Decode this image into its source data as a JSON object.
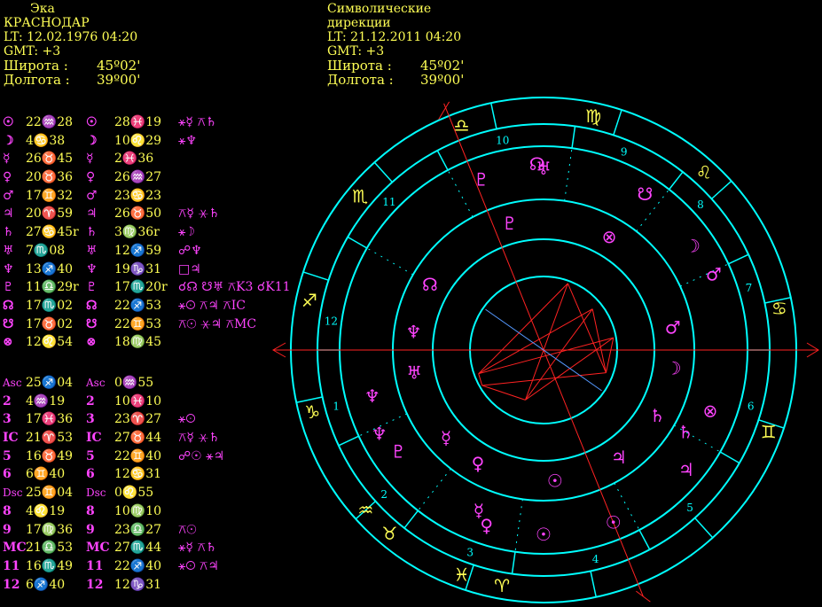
{
  "left_header": {
    "name": "Эка",
    "city": "КРАСНОДАР",
    "lt": "LT: 12.02.1976  04:20",
    "gmt": "GMT: +3",
    "lat_label": "Широта :",
    "lat_value": "45º02'",
    "lon_label": "Долгота :",
    "lon_value": "39º00'"
  },
  "right_header": {
    "title_line1": "Символические",
    "title_line2": "дирекции",
    "lt": "LT: 21.12.2011  04:20",
    "gmt": "GMT: +3",
    "lat_label": "Широта :",
    "lat_value": "45º02'",
    "lon_label": "Долгота :",
    "lon_value": "39º00'"
  },
  "planet_rows": [
    {
      "sym": "☉",
      "natal": "22♒28",
      "dsym": "☉",
      "dir": "28♓19",
      "aspects": "⚹☿ ⚻♄"
    },
    {
      "sym": "☽",
      "natal": "4♋38",
      "dsym": "☽",
      "dir": "10♌29",
      "aspects": "⚹♆"
    },
    {
      "sym": "☿",
      "natal": "26♉45",
      "dsym": "☿",
      "dir": "2♓36",
      "aspects": ""
    },
    {
      "sym": "♀",
      "natal": "20♉36",
      "dsym": "♀",
      "dir": "26♒27",
      "aspects": ""
    },
    {
      "sym": "♂",
      "natal": "17♊32",
      "dsym": "♂",
      "dir": "23♋23",
      "aspects": ""
    },
    {
      "sym": "♃",
      "natal": "20♈59",
      "dsym": "♃",
      "dir": "26♉50",
      "aspects": "⚻☿ ⚹♄"
    },
    {
      "sym": "♄",
      "natal": "27♋45r",
      "dsym": "♄",
      "dir": "3♍36r",
      "aspects": "⚹☽"
    },
    {
      "sym": "♅",
      "natal": "7♏08",
      "dsym": "♅",
      "dir": "12♐59",
      "aspects": "☍♆"
    },
    {
      "sym": "♆",
      "natal": "13♐40",
      "dsym": "♆",
      "dir": "19♑31",
      "aspects": "□♃"
    },
    {
      "sym": "♇",
      "natal": "11♎29r",
      "dsym": "♇",
      "dir": "17♏20r",
      "aspects": "☌☊ ☋♅ ⚻K3 ☌K11"
    },
    {
      "sym": "☊",
      "natal": "17♏02",
      "dsym": "☊",
      "dir": "22♐53",
      "aspects": "⚹☉ ⚻♃ ⚻IC"
    },
    {
      "sym": "☋",
      "natal": "17♉02",
      "dsym": "☋",
      "dir": "22♊53",
      "aspects": "⚻☉ ⚹♃ ⚻MC"
    },
    {
      "sym": "⊗",
      "natal": "12♌54",
      "dsym": "⊗",
      "dir": "18♍45",
      "aspects": ""
    }
  ],
  "house_rows": [
    {
      "sym": "Asc",
      "natal": "25♐04",
      "dsym": "Asc",
      "dir": "0♒55",
      "aspects": ""
    },
    {
      "sym": "2",
      "natal": "4♒19",
      "dsym": "2",
      "dir": "10♓10",
      "aspects": ""
    },
    {
      "sym": "3",
      "natal": "17♓36",
      "dsym": "3",
      "dir": "23♈27",
      "aspects": "⚹☉"
    },
    {
      "sym": "IC",
      "natal": "21♈53",
      "dsym": "IC",
      "dir": "27♉44",
      "aspects": "⚻☿ ⚹♄"
    },
    {
      "sym": "5",
      "natal": "16♉49",
      "dsym": "5",
      "dir": "22♊40",
      "aspects": "☍☉ ⚹♃"
    },
    {
      "sym": "6",
      "natal": "6♊40",
      "dsym": "6",
      "dir": "12♋31",
      "aspects": ""
    },
    {
      "sym": "Dsc",
      "natal": "25♊04",
      "dsym": "Dsc",
      "dir": "0♌55",
      "aspects": ""
    },
    {
      "sym": "8",
      "natal": "4♌19",
      "dsym": "8",
      "dir": "10♍10",
      "aspects": ""
    },
    {
      "sym": "9",
      "natal": "17♍36",
      "dsym": "9",
      "dir": "23♎27",
      "aspects": "⚻☉"
    },
    {
      "sym": "MC",
      "natal": "21♎53",
      "dsym": "MC",
      "dir": "27♏44",
      "aspects": "⚹☿ ⚻♄"
    },
    {
      "sym": "11",
      "natal": "16♏49",
      "dsym": "11",
      "dir": "22♐40",
      "aspects": "⚹☉ ⚻♃"
    },
    {
      "sym": "12",
      "natal": "6♐40",
      "dsym": "12",
      "dir": "12♑31",
      "aspects": ""
    }
  ],
  "chart": {
    "house_numbers": [
      "1",
      "2",
      "3",
      "4",
      "5",
      "6",
      "7",
      "8",
      "9",
      "10",
      "11",
      "12"
    ],
    "zodiac_signs": [
      "♈",
      "♉",
      "♊",
      "♋",
      "♌",
      "♍",
      "♎",
      "♏",
      "♐",
      "♑",
      "♒",
      "♓"
    ],
    "inner_planets": [
      "♅",
      "♆",
      "☊",
      "♀",
      "☿",
      "☉",
      "♃",
      "♄",
      "☽",
      "♂",
      "⊗",
      "♇"
    ],
    "outer_planets": [
      "♃",
      "♄",
      "⊗",
      "♆",
      "♇",
      "♀",
      "☿",
      "☉",
      "☽",
      "♂",
      "☋",
      "♅",
      "☊",
      "♆",
      "♇",
      "☉"
    ],
    "colors": {
      "ring": "#00ffff",
      "planet": "#ff44ff",
      "sign": "#ffff55",
      "axis": "#ff2222",
      "aspect_blue": "#5599ff",
      "house_number": "#00ffff"
    }
  }
}
